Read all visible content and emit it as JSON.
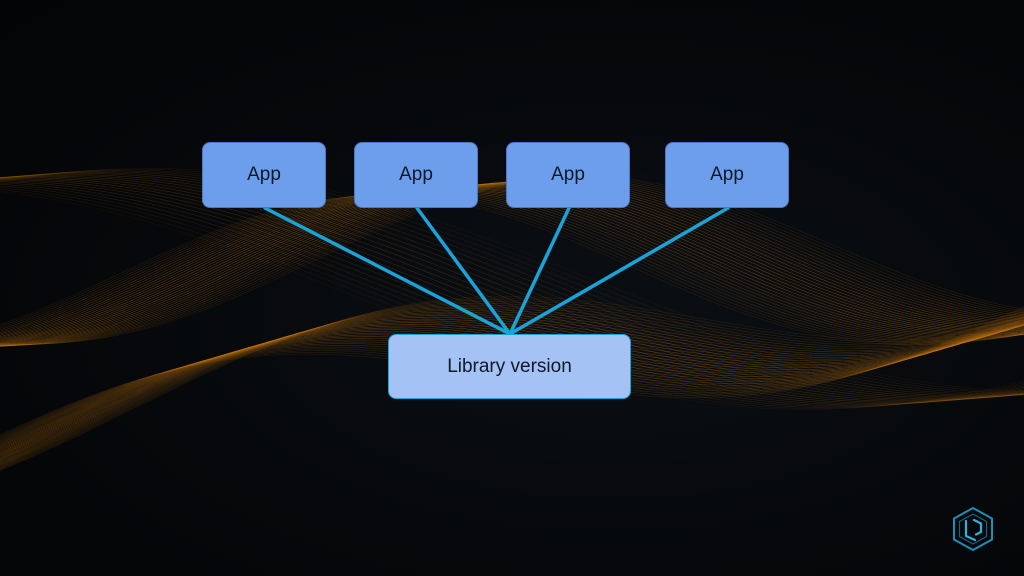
{
  "diagram": {
    "apps": [
      {
        "label": "App"
      },
      {
        "label": "App"
      },
      {
        "label": "App"
      },
      {
        "label": "App"
      }
    ],
    "library": {
      "label": "Library version"
    },
    "edges": [
      {
        "from": "app-1",
        "to": "library"
      },
      {
        "from": "app-2",
        "to": "library"
      },
      {
        "from": "app-3",
        "to": "library"
      },
      {
        "from": "app-4",
        "to": "library"
      }
    ]
  },
  "colors": {
    "background": "#050608",
    "app_fill": "#6d9eeb",
    "library_fill": "#a4c2f4",
    "connector": "#1aa3d8",
    "wave": "#c8780f",
    "logo": "#1a8fb8"
  },
  "icons": {
    "logo": "hexagon-logo-icon"
  }
}
